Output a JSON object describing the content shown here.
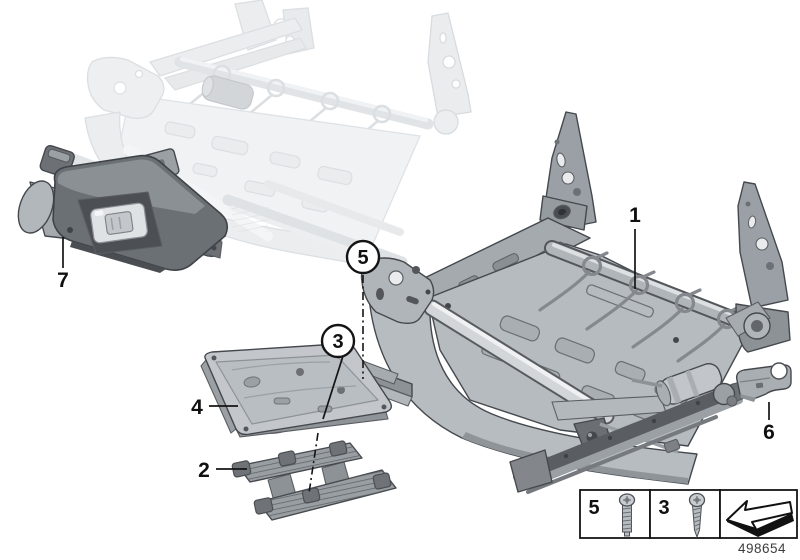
{
  "diagram": {
    "part_number": "498654",
    "callouts": [
      {
        "label": "1",
        "style": "plain"
      },
      {
        "label": "2",
        "style": "plain"
      },
      {
        "label": "3",
        "style": "circled"
      },
      {
        "label": "4",
        "style": "plain"
      },
      {
        "label": "5",
        "style": "circled"
      },
      {
        "label": "6",
        "style": "plain"
      },
      {
        "label": "7",
        "style": "plain"
      }
    ],
    "legend": {
      "cells": [
        {
          "label": "5",
          "icon": "machine-screw-icon"
        },
        {
          "label": "3",
          "icon": "tapping-screw-icon"
        },
        {
          "label": "",
          "icon": "direction-arrow-icon"
        }
      ]
    },
    "colors": {
      "background": "#ffffff",
      "outline": "#45494e",
      "metal_dark": "#5f6367",
      "metal_mid": "#9aa0a5",
      "metal_light": "#c6cacd",
      "ghost": "#d9dde0",
      "callout_line": "#141414"
    }
  }
}
